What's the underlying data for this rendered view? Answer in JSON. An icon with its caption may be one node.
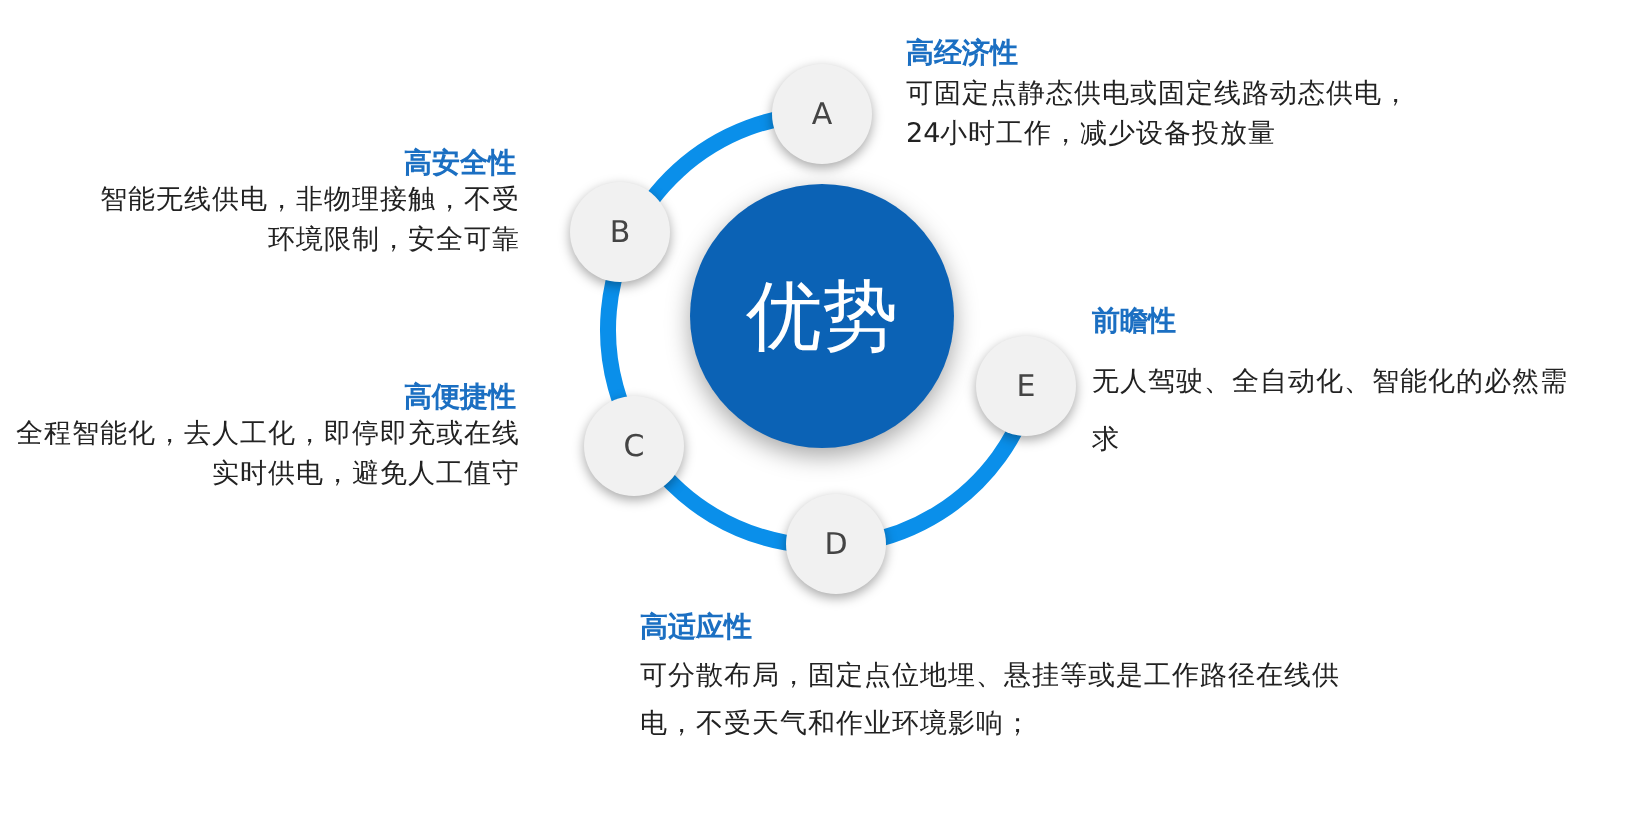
{
  "diagram": {
    "nodes": [
      {
        "text": [
          "优势"
        ]
      },
      {
        "text": [
          "A"
        ],
        "beside": [
          "高经济性",
          "可固定点静态供电或固定线路动态供电，24小时工作，减少设备投放量"
        ]
      },
      {
        "text": [
          "B"
        ],
        "beside": [
          "高安全性",
          "智能无线供电，非物理接触，不受环境限制，安全可靠"
        ]
      },
      {
        "text": [
          "C"
        ],
        "beside": [
          "高便捷性",
          "全程智能化，去人工化，即停即充或在线实时供电，避免人工值守"
        ]
      },
      {
        "text": [
          "D"
        ],
        "beside": [
          "高适应性",
          "可分散布局，固定点位地埋、悬挂等或是工作路径在线供电，不受天气和作业环境影响；"
        ]
      },
      {
        "text": [
          "E"
        ],
        "beside": [
          "前瞻性",
          "无人驾驶、全自动化、智能化的必然需求"
        ]
      }
    ]
  }
}
